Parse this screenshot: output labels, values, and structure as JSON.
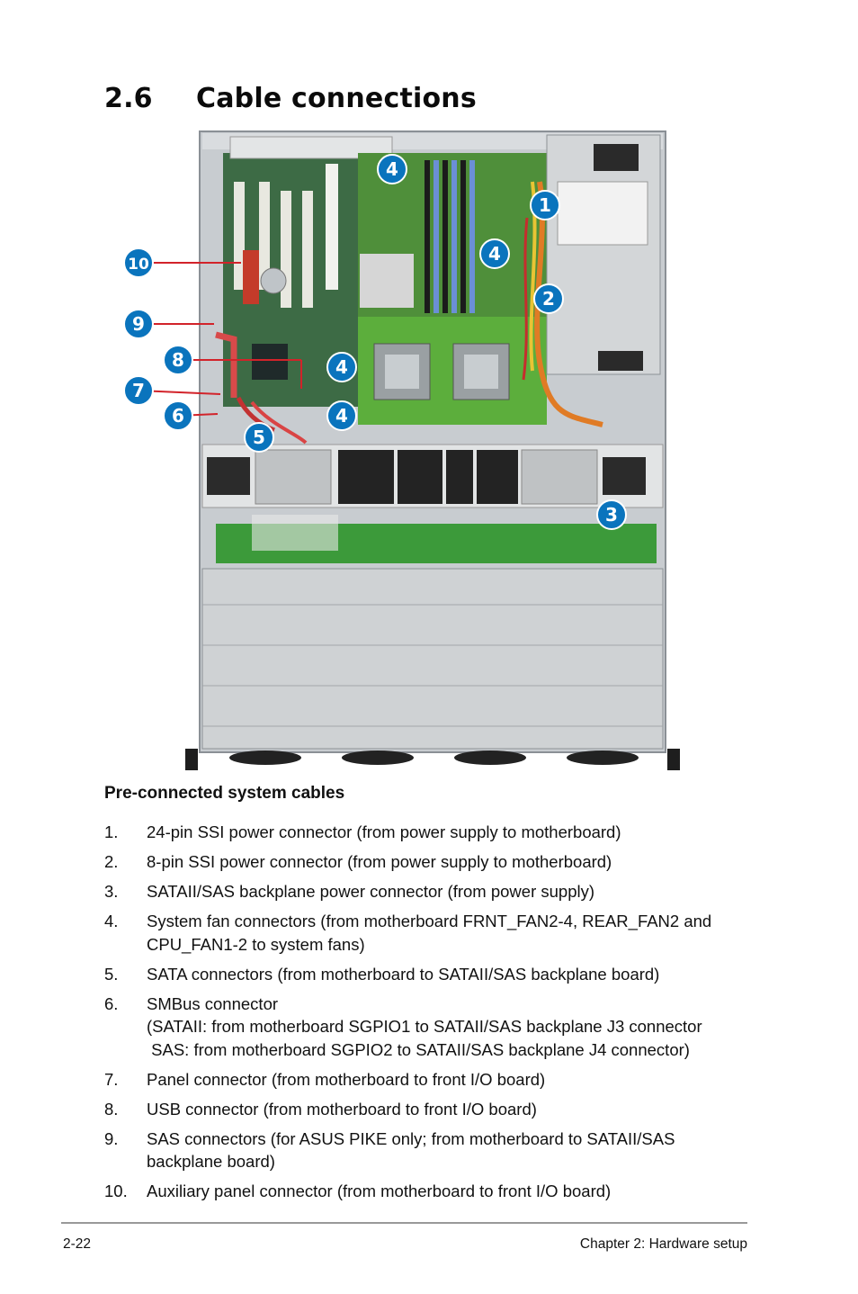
{
  "header": {
    "section_number": "2.6",
    "title": "Cable connections"
  },
  "figure": {
    "callouts": [
      "1",
      "2",
      "3",
      "4",
      "4",
      "4",
      "4",
      "5",
      "6",
      "7",
      "8",
      "9",
      "10"
    ],
    "accent_color": "#0a74bd",
    "leader_color": "#d2232a"
  },
  "list_heading": "Pre-connected system cables",
  "items": [
    {
      "num": "1.",
      "lines": [
        "24-pin SSI power connector (from power supply to motherboard)"
      ]
    },
    {
      "num": "2.",
      "lines": [
        "8-pin SSI power connector (from power supply to motherboard)"
      ]
    },
    {
      "num": "3.",
      "lines": [
        "SATAII/SAS backplane power connector (from power supply)"
      ]
    },
    {
      "num": "4.",
      "lines": [
        "System fan connectors (from motherboard FRNT_FAN2-4, REAR_FAN2 and",
        "CPU_FAN1-2 to system fans)"
      ]
    },
    {
      "num": "5.",
      "lines": [
        "SATA connectors (from motherboard to SATAII/SAS backplane board)"
      ]
    },
    {
      "num": "6.",
      "lines": [
        "SMBus connector",
        "(SATAII: from motherboard SGPIO1 to SATAII/SAS backplane J3 connector",
        " SAS: from motherboard SGPIO2 to SATAII/SAS backplane J4 connector)"
      ]
    },
    {
      "num": "7.",
      "lines": [
        "Panel connector (from motherboard to front I/O board)"
      ]
    },
    {
      "num": "8.",
      "lines": [
        "USB connector (from motherboard to front I/O board)"
      ]
    },
    {
      "num": "9.",
      "lines": [
        "SAS connectors (for ASUS PIKE only; from motherboard to SATAII/SAS",
        "backplane board)"
      ]
    },
    {
      "num": "10.",
      "lines": [
        "Auxiliary panel connector (from motherboard to front I/O board)"
      ]
    }
  ],
  "footer": {
    "page": "2-22",
    "chapter": "Chapter 2:  Hardware setup"
  }
}
